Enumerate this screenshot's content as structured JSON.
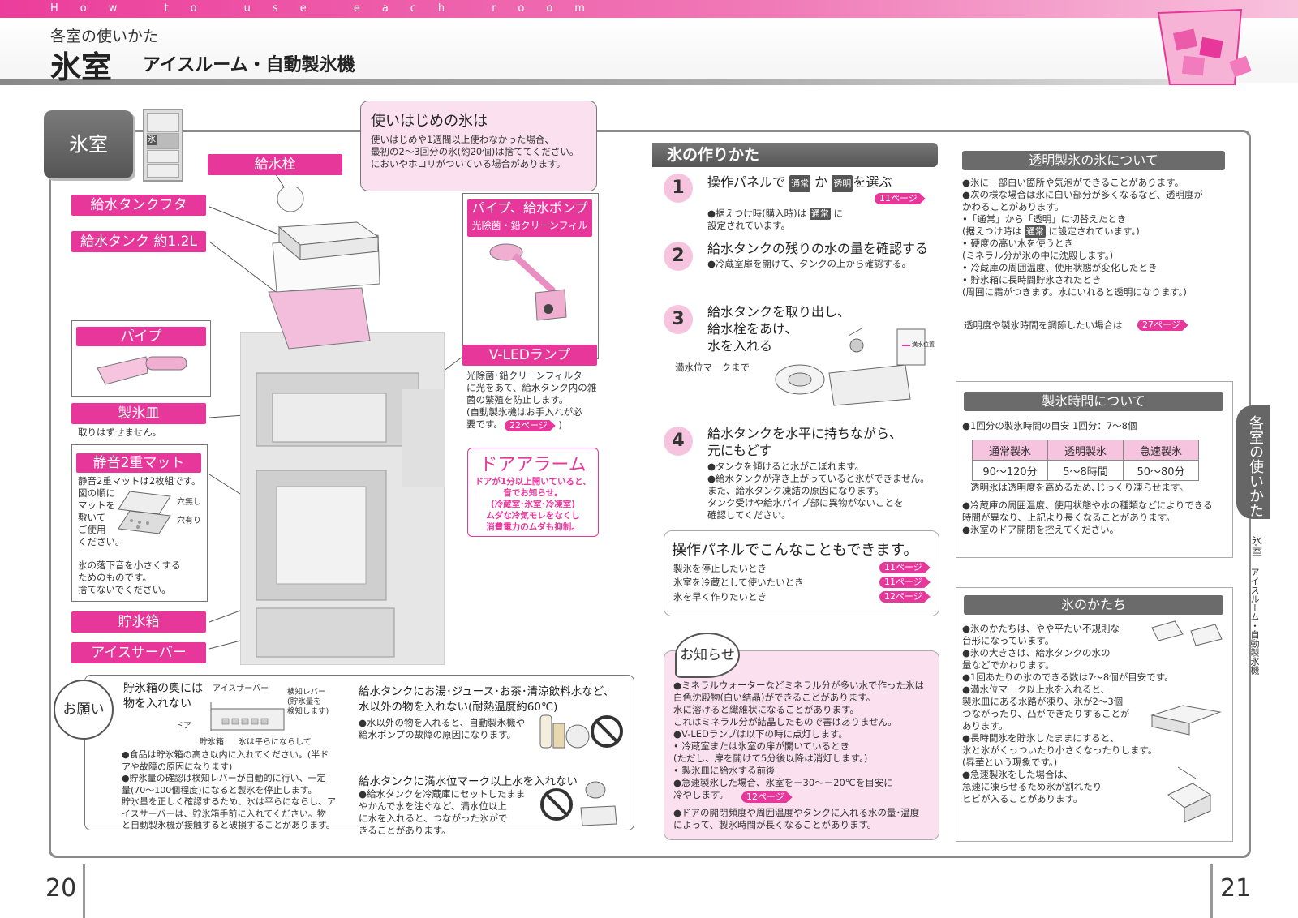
{
  "header": {
    "eyebrow": "How to use each room",
    "subtitle": "各室の使いかた",
    "title": "氷室",
    "title_sub": "アイスルーム・自動製氷機"
  },
  "tab": {
    "label": "氷室",
    "fridge_mark": "氷"
  },
  "first_ice": {
    "title": "使いはじめの氷は",
    "body": "使いはじめや1週間以上使わなかった場合、\n最初の2～3回分の氷(約20個)は捨ててください。\nにおいやホコリがついている場合があります。"
  },
  "parts": {
    "supply_plug": "給水栓",
    "tank_lid": "給水タンクフタ",
    "tank": "給水タンク  約1.2L",
    "pipe_pump_title": "パイプ、給水ポンプ",
    "pipe_pump_sub": "光除菌・鉛クリーンフィルター",
    "pipe": "パイプ",
    "vled": "V-LEDランプ",
    "vled_desc": "光除菌･鉛クリーンフィルター\nに光をあて、給水タンク内の雑\n菌の繁殖を防止します。\n(自動製氷機はお手入れが必\n要です。",
    "vled_ref": "22ページ",
    "tray": "製氷皿",
    "tray_note": "取りはずせません。",
    "mat": "静音2重マット",
    "mat_desc": "静音2重マットは2枚組です。\n図の順に\nマットを\n敷いて\nご使用\nください。",
    "mat_hole_none": "穴無し",
    "mat_hole": "穴有り",
    "mat_note": "氷の落下音を小さくする\nためのものです。\n捨てないでください。",
    "storage": "貯氷箱",
    "server": "アイスサーバー"
  },
  "door_alarm": {
    "title": "ドアアラーム",
    "body": "ドアが1分以上開いていると、\n音でお知らせ。\n(冷蔵室･氷室･冷凍室)\nムダな冷気モレをなくし\n消費電力のムダも抑制。"
  },
  "request": {
    "badge": "お願い",
    "col1_title": "貯氷箱の奥には\n物を入れない",
    "col1_labels": [
      "アイスサーバー",
      "検知レバー\n(貯氷量を\n検知します)",
      "ドア",
      "貯氷箱",
      "氷は平らにならして"
    ],
    "col1_body": "●食品は貯氷箱の高さ以内に入れてください。(半ド\n  アや故障の原因になります)\n●貯氷量の確認は検知レバーが自動的に行い、一定\n  量(70～100個程度)になると製氷を停止します。\n  貯氷量を正しく確認するため、氷は平らにならし、ア\n  イスサーバーは、貯氷箱手前に入れてください。物\n  と自動製氷機が接触すると破損することがあります。",
    "col2_title": "給水タンクにお湯･ジュース･お茶･清涼飲料水など、\n水以外の物を入れない(耐熱温度約60℃)",
    "col2_body": "●水以外の物を入れると、自動製氷機や\n  給水ポンプの故障の原因になります。",
    "col3_title": "給水タンクに満水位マーク以上水を入れない",
    "col3_body": "●給水タンクを冷蔵庫にセットしたまま\n  やかんで水を注ぐなど、満水位以上\n  に水を入れると、つながった氷がで\n  きることがあります。"
  },
  "howto": {
    "title": "氷の作りかた",
    "step1_num": "1",
    "step1_a": "操作パネルで",
    "step1_k1": "通常",
    "step1_b": "か",
    "step1_k2": "透明",
    "step1_c": "を選ぶ",
    "step1_ref": "11ページ",
    "step1_note_a": "●据えつけ時(購入時)は",
    "step1_note_k": "通常",
    "step1_note_b": "に\n  設定されています。",
    "step2_num": "2",
    "step2_title": "給水タンクの残りの水の量を確認する",
    "step2_note": "●冷蔵室扉を開けて、タンクの上から確認する。",
    "step3_num": "3",
    "step3_title": "給水タンクを取り出し、\n給水栓をあけ、\n水を入れる",
    "step3_label": "満水位マークまで",
    "step3_mark": "満水位置",
    "step4_num": "4",
    "step4_title": "給水タンクを水平に持ちながら、\n元にもどす",
    "step4_note": "●タンクを傾けると水がこぼれます。\n●給水タンクが浮き上がっていると氷ができません。\n  また、給水タンク凍結の原因になります。\n  タンク受けや給水パイプ部に異物がないことを\n  確認してください。"
  },
  "panel": {
    "title": "操作パネルでこんなこともできます。",
    "rows": [
      {
        "label": "製氷を停止したいとき",
        "ref": "11ページ"
      },
      {
        "label": "氷室を冷蔵として使いたいとき",
        "ref": "11ページ"
      },
      {
        "label": "氷を早く作りたいとき",
        "ref": "12ページ"
      }
    ]
  },
  "notice": {
    "badge": "お知らせ",
    "body": "●ミネラルウォーターなどミネラル分が多い水で作った氷は\n  白色沈殿物(白い結晶)ができることがあります。\n  水に溶けると繊維状になることがあります。\n  これはミネラル分が結晶したもので害はありません。\n●V-LEDランプは以下の時に点灯します。\n  • 冷蔵室または氷室の扉が開いているとき\n  (ただし、扉を開けて5分後以降は消灯します。)\n  • 製氷皿に給水する前後\n●急速製氷した場合、氷室を－30～－20℃を目安に\n  冷やします。",
    "ref": "12ページ",
    "body2": "●ドアの開閉頻度や周囲温度やタンクに入れる水の量･温度\n  によって、製氷時間が長くなることがあります。"
  },
  "clear_ice": {
    "title": "透明製氷の氷について",
    "body": "●氷に一部白い箇所や気泡ができることがあります。\n●次の様な場合は氷に白い部分が多くなるなど、透明度が\n  かわることがあります。\n   •「通常」から「透明」に切替えたとき\n   (据えつけ時は",
    "body_k": "通常",
    "body_b": "に設定されています。)\n   • 硬度の高い水を使うとき\n   (ミネラル分が氷の中に沈殿します。)\n   • 冷蔵庫の周囲温度、使用状態が変化したとき\n   • 貯氷箱に長時間貯氷されたとき\n   (周囲に霜がつきます。水にいれると透明になります。)",
    "adjust": "透明度や製氷時間を調節したい場合は",
    "adjust_ref": "27ページ"
  },
  "ice_time": {
    "title": "製氷時間について",
    "guide": "●1回分の製氷時間の目安        1回分：7～8個",
    "table_head": [
      "通常製氷",
      "透明製氷",
      "急速製氷"
    ],
    "table_vals": [
      "90～120分",
      "5～8時間",
      "50～80分"
    ],
    "note1": "透明氷は透明度を高めるため､じっくり凍らせます。",
    "note2": "●冷蔵庫の周囲温度、使用状態や水の種類などによりできる\n  時間が異なり、上記より長くなることがあります。\n●氷室のドア開閉を控えてください。"
  },
  "ice_shape": {
    "title": "氷のかたち",
    "body": "●氷のかたちは、やや平たい不規則な\n  台形になっています。\n●氷の大きさは、給水タンクの水の\n  量などでかわります。\n●1回あたりの氷のできる数は7～8個が目安です。\n●満水位マーク以上水を入れると、\n  製氷皿にある水路が凍り、氷が2～3個\n  つながったり、凸ができたりすることが\n  あります。\n●長時間氷を貯氷したままにすると、\n  氷と氷がくっついたり小さくなったりします。\n  (昇華という現象です。)\n●急速製氷をした場合は、\n  急速に凍らせるため氷が割れたり\n  ヒビが入ることがあります。"
  },
  "side_tab": {
    "main": "各室の使いかた",
    "sub1": "氷室",
    "sub2": "アイスルーム・自動製氷機"
  },
  "pages": {
    "left": "20",
    "right": "21"
  },
  "colors": {
    "accent": "#e8379a",
    "light_pink": "#fbe1ef",
    "grey_head": "#6b6b6b"
  }
}
